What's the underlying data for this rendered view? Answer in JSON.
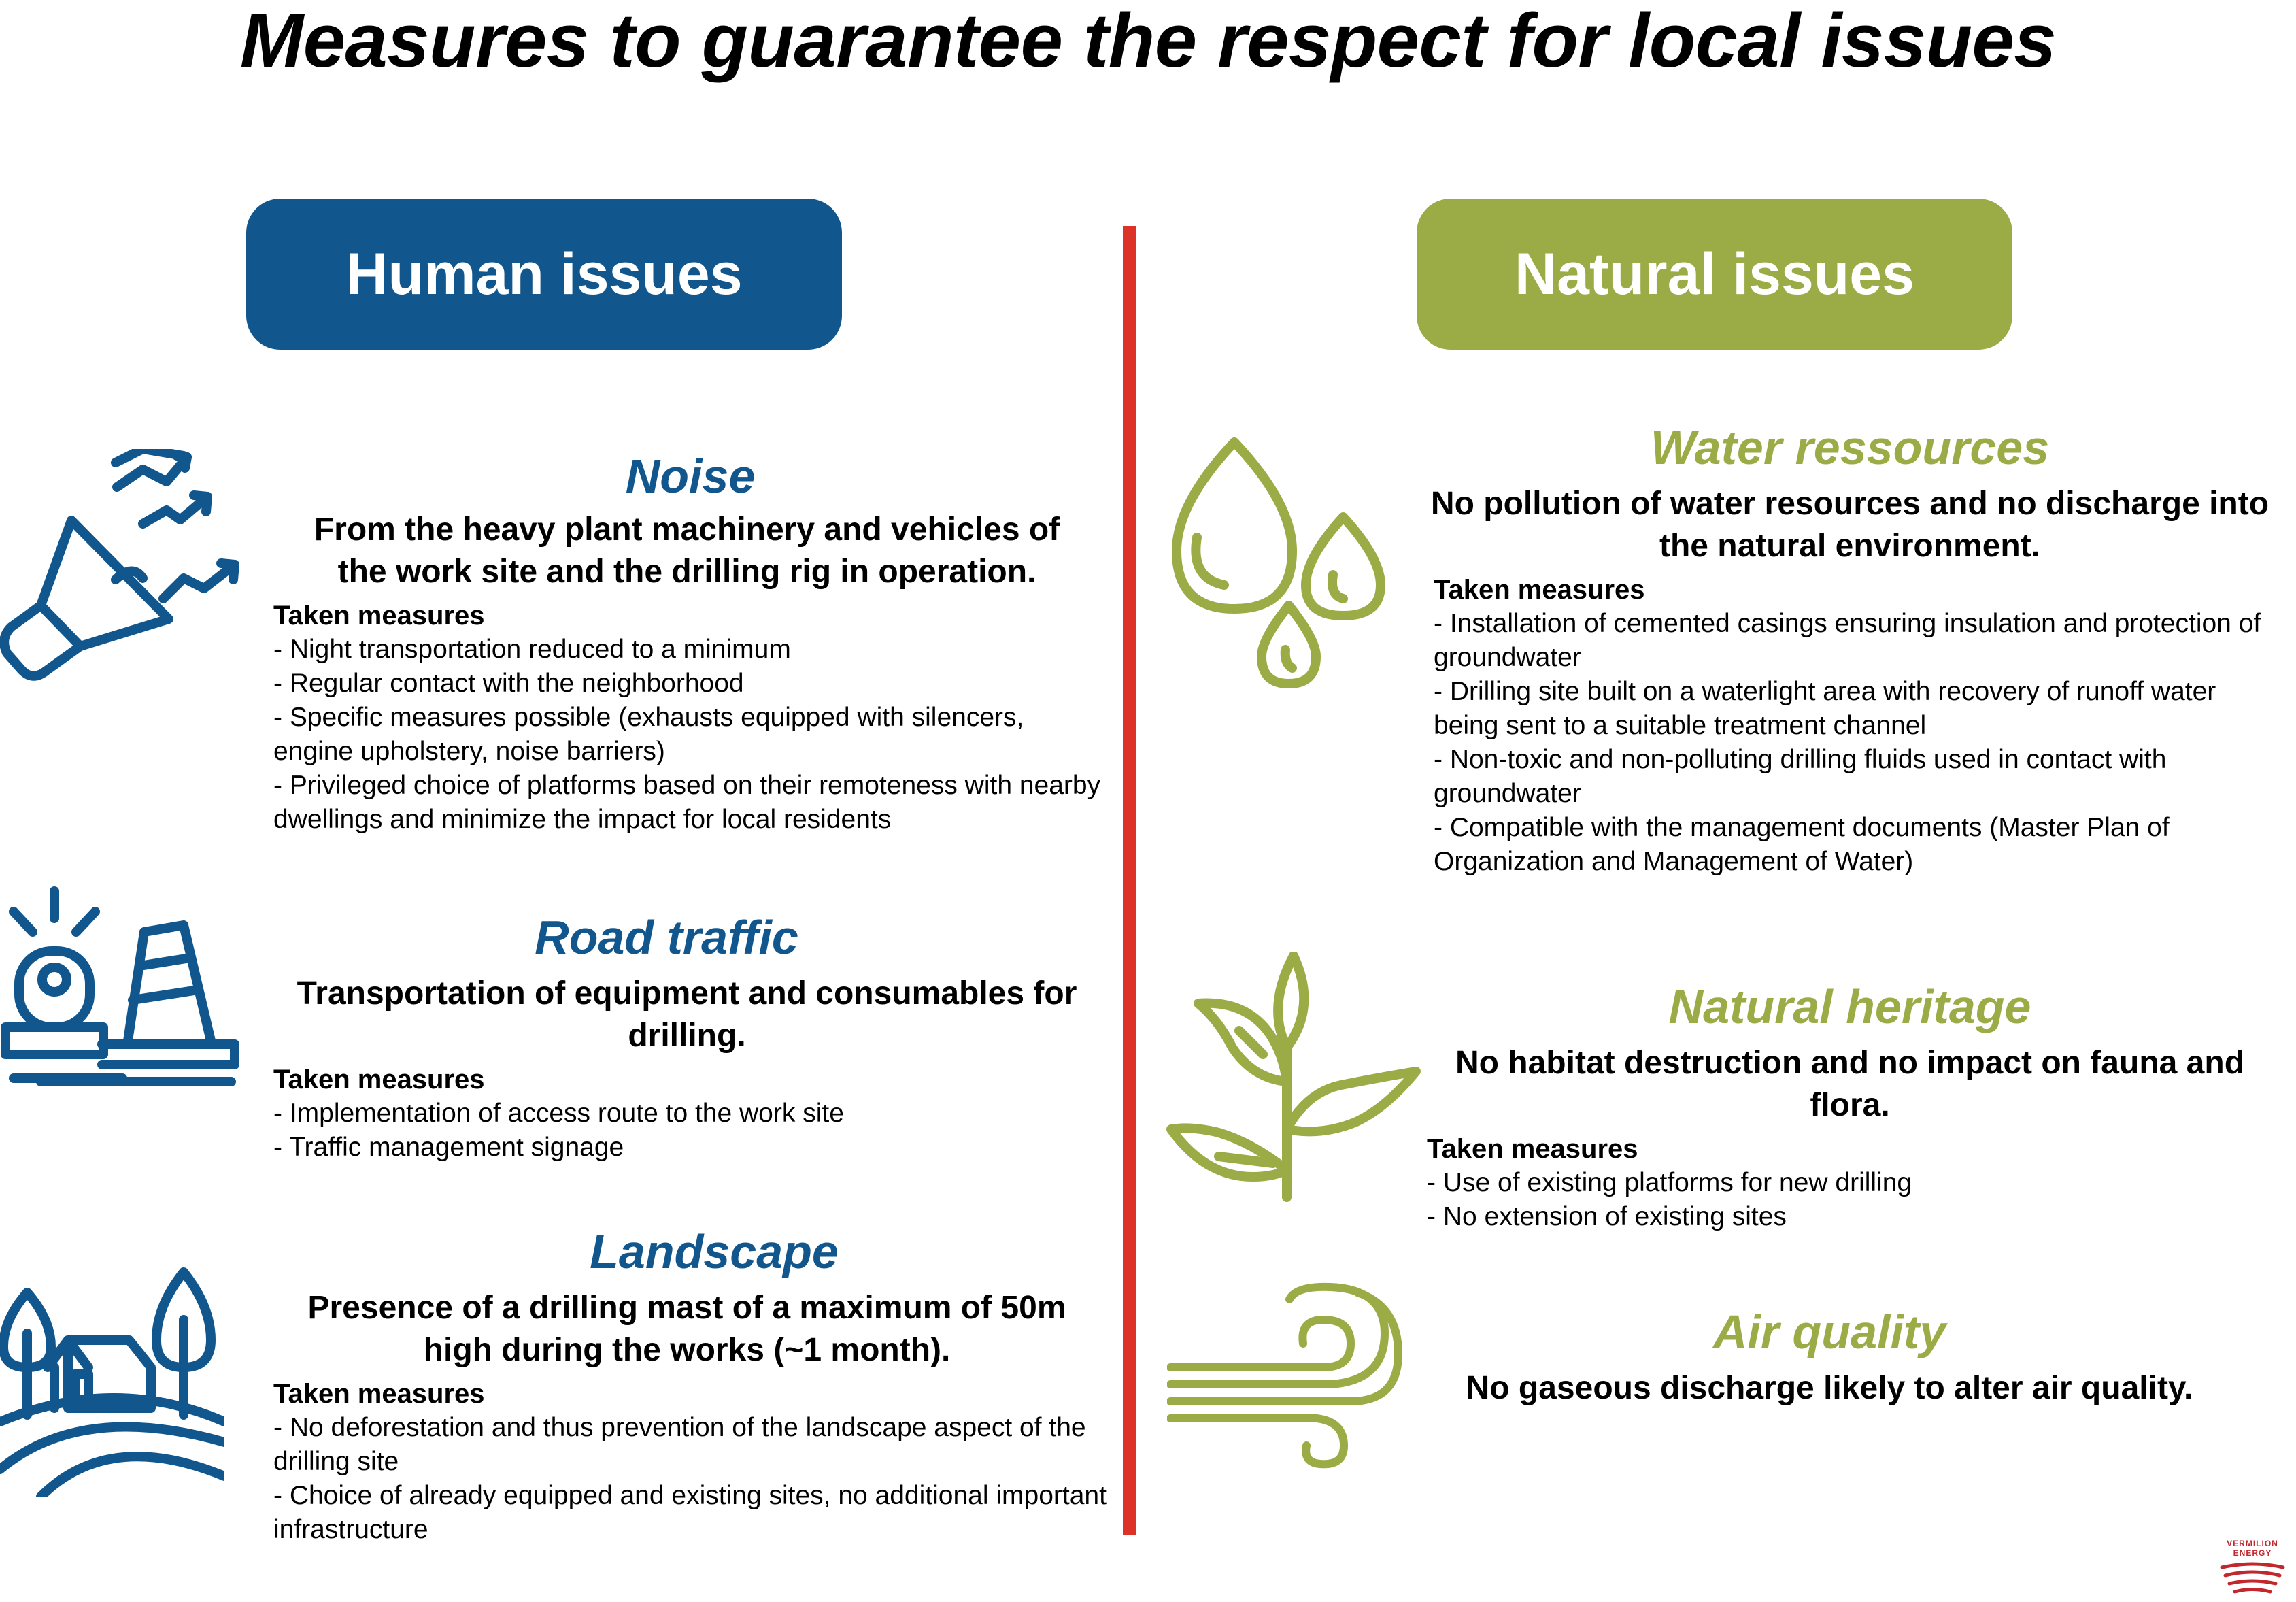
{
  "title": "Measures to guarantee the respect for local issues",
  "columns": {
    "human": {
      "header": "Human issues",
      "sections": [
        {
          "title": "Noise",
          "subtitle": "From the heavy plant machinery and vehicles of the work site and the drilling rig in operation.",
          "measures_heading": "Taken measures",
          "measures": [
            "- Night transportation reduced to a minimum",
            "- Regular contact with the neighborhood",
            "- Specific measures possible (exhausts equipped with silencers, engine upholstery, noise barriers)",
            "- Privileged choice of platforms based on their remoteness with nearby dwellings and minimize the impact for local residents"
          ],
          "icon": "megaphone-icon"
        },
        {
          "title": "Road traffic",
          "subtitle": "Transportation of equipment and consumables for drilling.",
          "measures_heading": "Taken measures",
          "measures": [
            "- Implementation of access route to the work site",
            "- Traffic management signage"
          ],
          "icon": "traffic-cone-icon"
        },
        {
          "title": "Landscape",
          "subtitle": "Presence of a drilling mast of a maximum of 50m high during the works (~1 month).",
          "measures_heading": "Taken measures",
          "measures": [
            "- No deforestation and thus prevention of the landscape aspect of the drilling site",
            "- Choice of already equipped and existing sites, no additional important infrastructure"
          ],
          "icon": "landscape-icon"
        }
      ]
    },
    "natural": {
      "header": "Natural issues",
      "sections": [
        {
          "title": "Water ressources",
          "subtitle": "No pollution of water resources and no discharge into the natural environment.",
          "measures_heading": "Taken measures",
          "measures": [
            "- Installation of cemented casings ensuring insulation and protection of groundwater",
            "- Drilling site built on a waterlight area with recovery of runoff water being sent to a suitable treatment channel",
            "- Non-toxic and non-polluting drilling fluids used in contact with groundwater",
            "- Compatible with the management documents (Master Plan of Organization and Management of Water)"
          ],
          "icon": "water-drops-icon"
        },
        {
          "title": "Natural heritage",
          "subtitle": "No habitat destruction and no impact on fauna and flora.",
          "measures_heading": "Taken measures",
          "measures": [
            "- Use of existing platforms for new drilling",
            "- No extension of existing sites"
          ],
          "icon": "plant-icon"
        },
        {
          "title": "Air quality",
          "subtitle": "No gaseous discharge likely to alter air quality.",
          "icon": "wind-icon"
        }
      ]
    }
  },
  "logo": {
    "text": "VERMILION ENERGY",
    "icon": "vermilion-logo-icon"
  },
  "colors": {
    "human_blue": "#11568c",
    "natural_green": "#9bab46",
    "divider_red": "#dc3228"
  }
}
